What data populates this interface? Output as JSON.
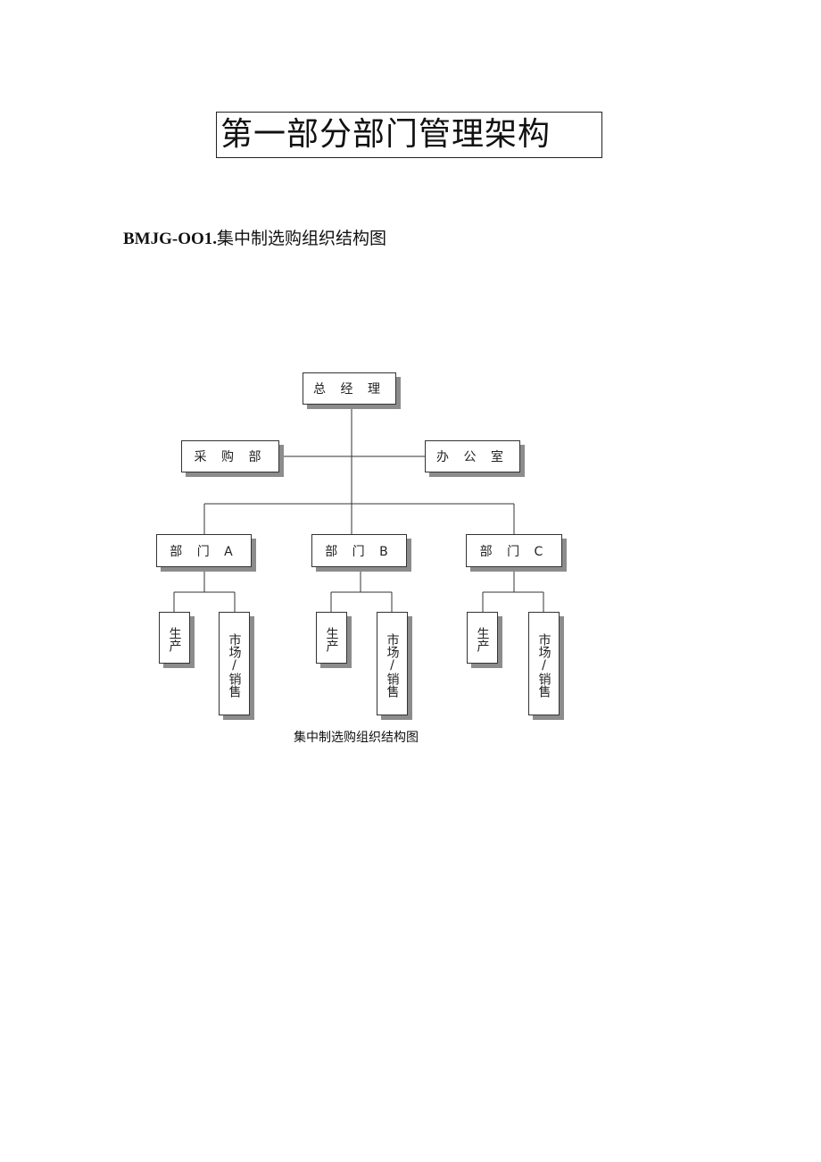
{
  "title": "第一部分部门管理架构",
  "subtitle": {
    "code": "BMJG-OO1.",
    "name": "集中制选购组织结构图"
  },
  "chart": {
    "root": "总 经 理",
    "staff_left": "采 购 部",
    "staff_right": "办 公 室",
    "departments": [
      {
        "label": "部 门 A",
        "children": [
          "生产",
          "市场/销售"
        ]
      },
      {
        "label": "部 门 B",
        "children": [
          "生产",
          "市场/销售"
        ]
      },
      {
        "label": "部 门 C",
        "children": [
          "生产",
          "市场/销售"
        ]
      }
    ],
    "caption": "集中制选购组织结构图"
  }
}
